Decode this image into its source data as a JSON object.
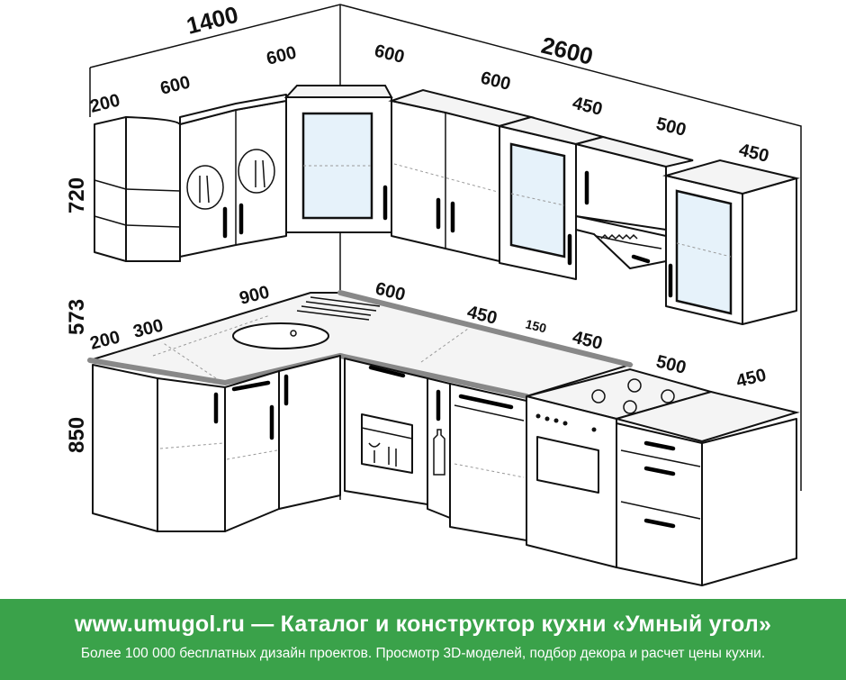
{
  "dimensions": {
    "upper_total_left": "1400",
    "upper_total_right": "2600",
    "upper_left_200": "200",
    "upper_left_600a": "600",
    "upper_left_600b": "600",
    "upper_right_600a": "600",
    "upper_right_600b": "600",
    "upper_right_450a": "450",
    "upper_right_500": "500",
    "upper_right_450b": "450",
    "height_upper": "720",
    "height_gap": "573",
    "height_base": "850",
    "base_200": "200",
    "base_300": "300",
    "base_900": "900",
    "base_600": "600",
    "base_450a": "450",
    "base_150": "150",
    "base_450b": "450",
    "base_500": "500",
    "base_450c": "450"
  },
  "banner": {
    "title": "www.umugol.ru — Каталог и конструктор кухни «Умный угол»",
    "subtitle": "Более 100 000 бесплатных дизайн проектов. Просмотр 3D-моделей, подбор декора и расчет цены кухни."
  },
  "colors": {
    "banner_green": "#3aa24a",
    "glass": "#e6f2fa",
    "line": "#111111"
  }
}
